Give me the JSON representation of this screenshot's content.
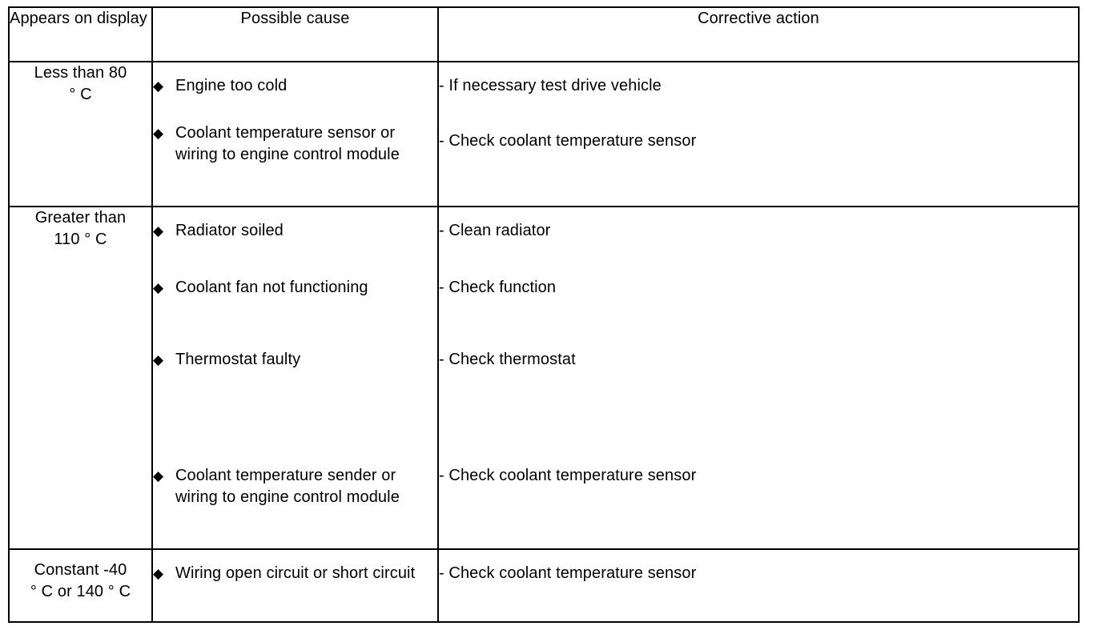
{
  "table": {
    "headers": {
      "display": "Appears on display",
      "cause": "Possible cause",
      "action": "Corrective action"
    },
    "bullet_glyph": "◆",
    "dash_glyph": "-",
    "degree_glyph": "°",
    "rows": [
      {
        "display_lines": [
          "Less than 80",
          "° C"
        ],
        "causes": [
          "Engine too cold",
          "Coolant temperature sensor or wiring to engine control module"
        ],
        "actions": [
          "- If necessary test drive vehicle",
          "- Check coolant temperature sensor"
        ]
      },
      {
        "display_lines": [
          "Greater than",
          "110 ° C"
        ],
        "causes": [
          "Radiator soiled",
          "Coolant fan not functioning",
          "Thermostat faulty",
          "Coolant temperature sender or wiring to engine control module"
        ],
        "actions": [
          "- Clean radiator",
          "- Check function",
          "- Check thermostat",
          "- Check coolant temperature sensor"
        ]
      },
      {
        "display_lines": [
          "Constant -40",
          "° C or 140 ° C"
        ],
        "causes": [
          "Wiring open circuit or short circuit"
        ],
        "actions": [
          "- Check coolant temperature sensor"
        ]
      }
    ]
  }
}
